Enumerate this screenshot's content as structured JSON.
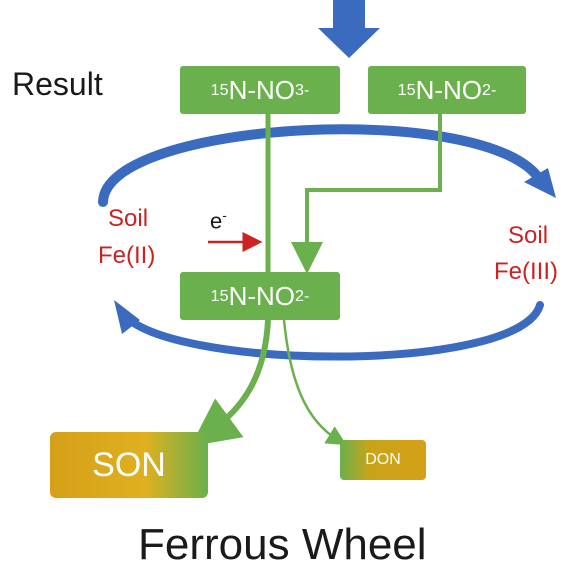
{
  "labels": {
    "result": "Result",
    "title": "Ferrous Wheel",
    "soil_left": "Soil",
    "fe2": "Fe(II)",
    "soil_right": "Soil",
    "fe3": "Fe(III)",
    "electron": "e",
    "electron_sign": "-"
  },
  "nodes": {
    "no3": {
      "mass": "15",
      "species": "N-NO",
      "sub": "3",
      "charge": "-"
    },
    "no2_top": {
      "mass": "15",
      "species": "N-NO",
      "sub": "2",
      "charge": "-"
    },
    "no2_mid": {
      "mass": "15",
      "species": "N-NO",
      "sub": "2",
      "charge": "-"
    },
    "son": "SON",
    "don": "DON"
  },
  "colors": {
    "green": "#6ab04c",
    "blue": "#3a6bbf",
    "red": "#cc2222",
    "gold": "#d4a017",
    "text": "#1a1a1a"
  }
}
